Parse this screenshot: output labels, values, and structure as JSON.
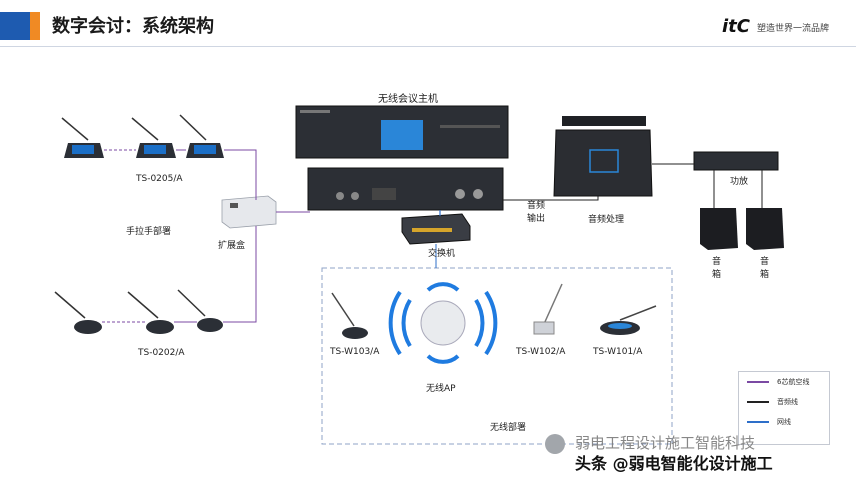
{
  "header": {
    "title": "数字会讨：系统架构",
    "logo_text": "itC",
    "slogan": "塑造世界一流品牌"
  },
  "devices": {
    "host": "无线会议主机",
    "switch": "交换机",
    "processor": "音频处理",
    "amp": "功放",
    "speaker_1": "音\n箱",
    "speaker_2": "音\n箱",
    "audio_out": "音频\n输出",
    "expander": "扩展盒",
    "wired_mic_top": "TS-0205/A",
    "wired_mic_bottom": "TS-0202/A",
    "wired_section": "手拉手部署",
    "wireless_ap": "无线AP",
    "w103": "TS-W103/A",
    "w102": "TS-W102/A",
    "w101": "TS-W101/A",
    "wireless_section": "无线部署"
  },
  "legend": {
    "items": [
      {
        "label": "6芯航空线",
        "color": "#7b4aa3"
      },
      {
        "label": "音频线",
        "color": "#222222"
      },
      {
        "label": "网线",
        "color": "#2e6fc9"
      }
    ]
  },
  "watermark": {
    "line1": "弱电工程设计施工智能科技",
    "line2": "头条 @弱电智能化设计施工"
  }
}
